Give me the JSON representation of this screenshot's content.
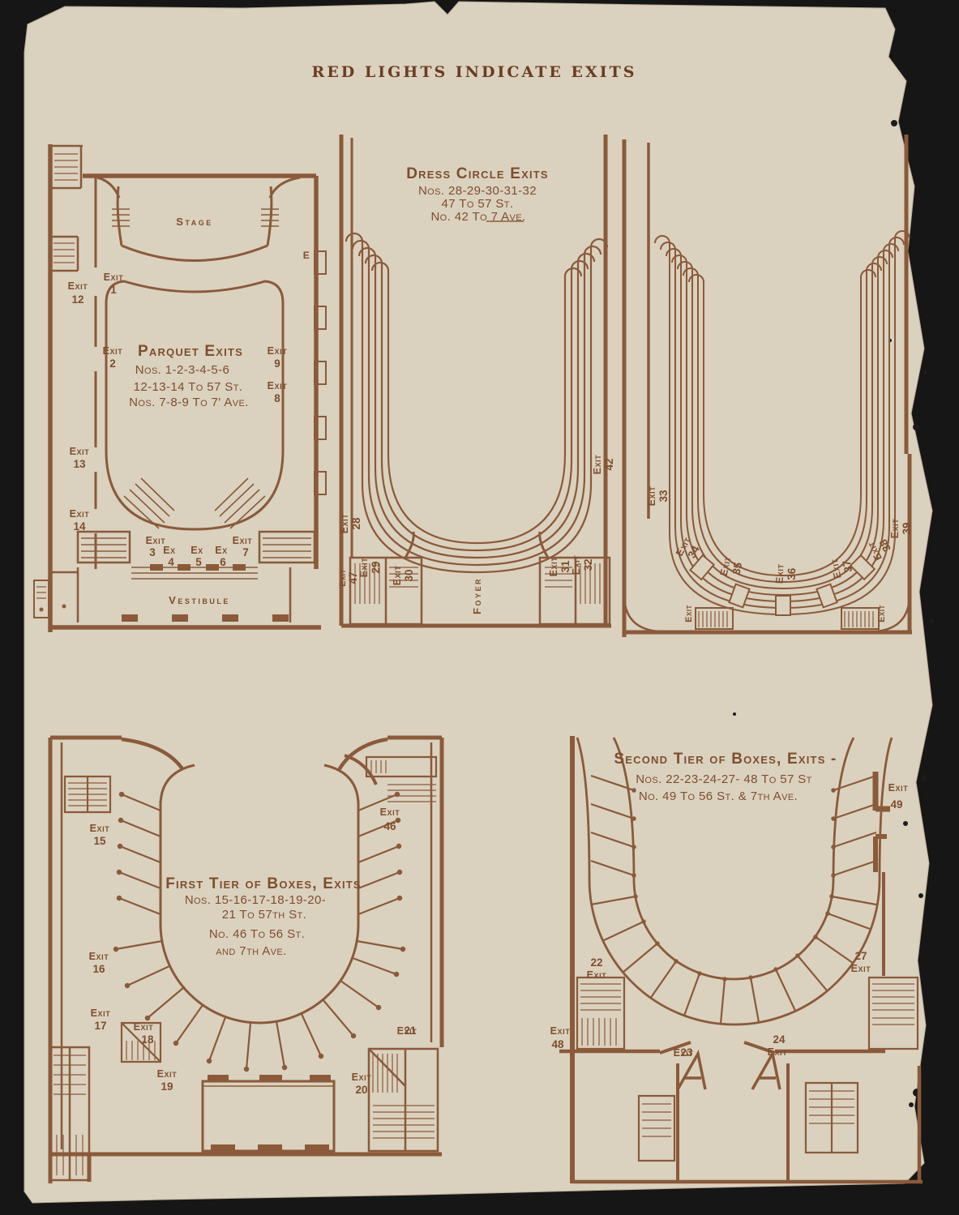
{
  "page": {
    "title": "RED LIGHTS INDICATE EXITS",
    "paper_color": "#dbd1bf",
    "ink_color": "#8a5a3a",
    "background_color": "#161616"
  },
  "plans": {
    "parquet": {
      "title": "Parquet Exits",
      "notes": [
        "Nos. 1-2-3-4-5-6",
        "12-13-14 To 57 St.",
        "Nos. 7-8-9 To 7' Ave."
      ],
      "stage": "Stage",
      "vestibule": "Vestibule",
      "door_letter": "E",
      "exits": [
        {
          "word": "Exit",
          "no": "12"
        },
        {
          "word": "Exit",
          "no": "1"
        },
        {
          "word": "Exit",
          "no": "2"
        },
        {
          "word": "Exit",
          "no": "9"
        },
        {
          "word": "Exit",
          "no": "8"
        },
        {
          "word": "Exit",
          "no": "13"
        },
        {
          "word": "Exit",
          "no": "14"
        },
        {
          "word": "Exit",
          "no": "3"
        },
        {
          "word": "Ex",
          "no": "4"
        },
        {
          "word": "Ex",
          "no": "5"
        },
        {
          "word": "Ex",
          "no": "6"
        },
        {
          "word": "Exit",
          "no": "7"
        }
      ]
    },
    "dress_circle": {
      "title": "Dress Circle Exits",
      "notes": [
        "Nos. 28-29-30-31-32",
        "47 To 57 St.",
        "No. 42 To 7 Ave."
      ],
      "foyer": "Foyer",
      "exits": [
        {
          "word": "Exit",
          "no": "28"
        },
        {
          "word": "Exit",
          "no": "47"
        },
        {
          "word": "Exit",
          "no": "29"
        },
        {
          "word": "Exit",
          "no": "30"
        },
        {
          "word": "Exit",
          "no": "31"
        },
        {
          "word": "Exit",
          "no": "32"
        },
        {
          "word": "Exit",
          "no": "42"
        }
      ]
    },
    "balcony": {
      "exits": [
        {
          "word": "Exit",
          "no": "33"
        },
        {
          "word": "Exit",
          "no": "34"
        },
        {
          "word": "Exit",
          "no": "35"
        },
        {
          "word": "Exit",
          "no": "36"
        },
        {
          "word": "Exit",
          "no": "37"
        },
        {
          "word": "Exit",
          "no": "38"
        },
        {
          "word": "Exit",
          "no": "39"
        }
      ],
      "corner_exits": [
        "Exit",
        "Exit"
      ]
    },
    "first_tier": {
      "title": "First Tier of Boxes, Exits",
      "notes": [
        "Nos. 15-16-17-18-19-20-",
        "21 To 57th St.",
        "No. 46 To 56 St.",
        "and 7th Ave."
      ],
      "exits": [
        {
          "word": "Exit",
          "no": "15"
        },
        {
          "word": "Exit",
          "no": "16"
        },
        {
          "word": "Exit",
          "no": "17"
        },
        {
          "word": "Exit",
          "no": "18"
        },
        {
          "word": "Exit",
          "no": "19"
        },
        {
          "word": "Exit",
          "no": "46"
        },
        {
          "word": "Exit",
          "no": "21"
        },
        {
          "word": "Exit",
          "no": "20"
        }
      ]
    },
    "second_tier": {
      "title": "Second Tier of Boxes, Exits -",
      "notes": [
        "Nos. 22-23-24-27- 48 To 57 St",
        "No. 49 To 56 St. & 7th Ave."
      ],
      "exits": [
        {
          "word": "Exit",
          "no": "22"
        },
        {
          "word": "Exit",
          "no": "27"
        },
        {
          "word": "Exit",
          "no": "48"
        },
        {
          "word": "Exit",
          "no": "23"
        },
        {
          "word": "Exit",
          "no": "24"
        },
        {
          "word": "Exit",
          "no": "49"
        }
      ]
    }
  }
}
